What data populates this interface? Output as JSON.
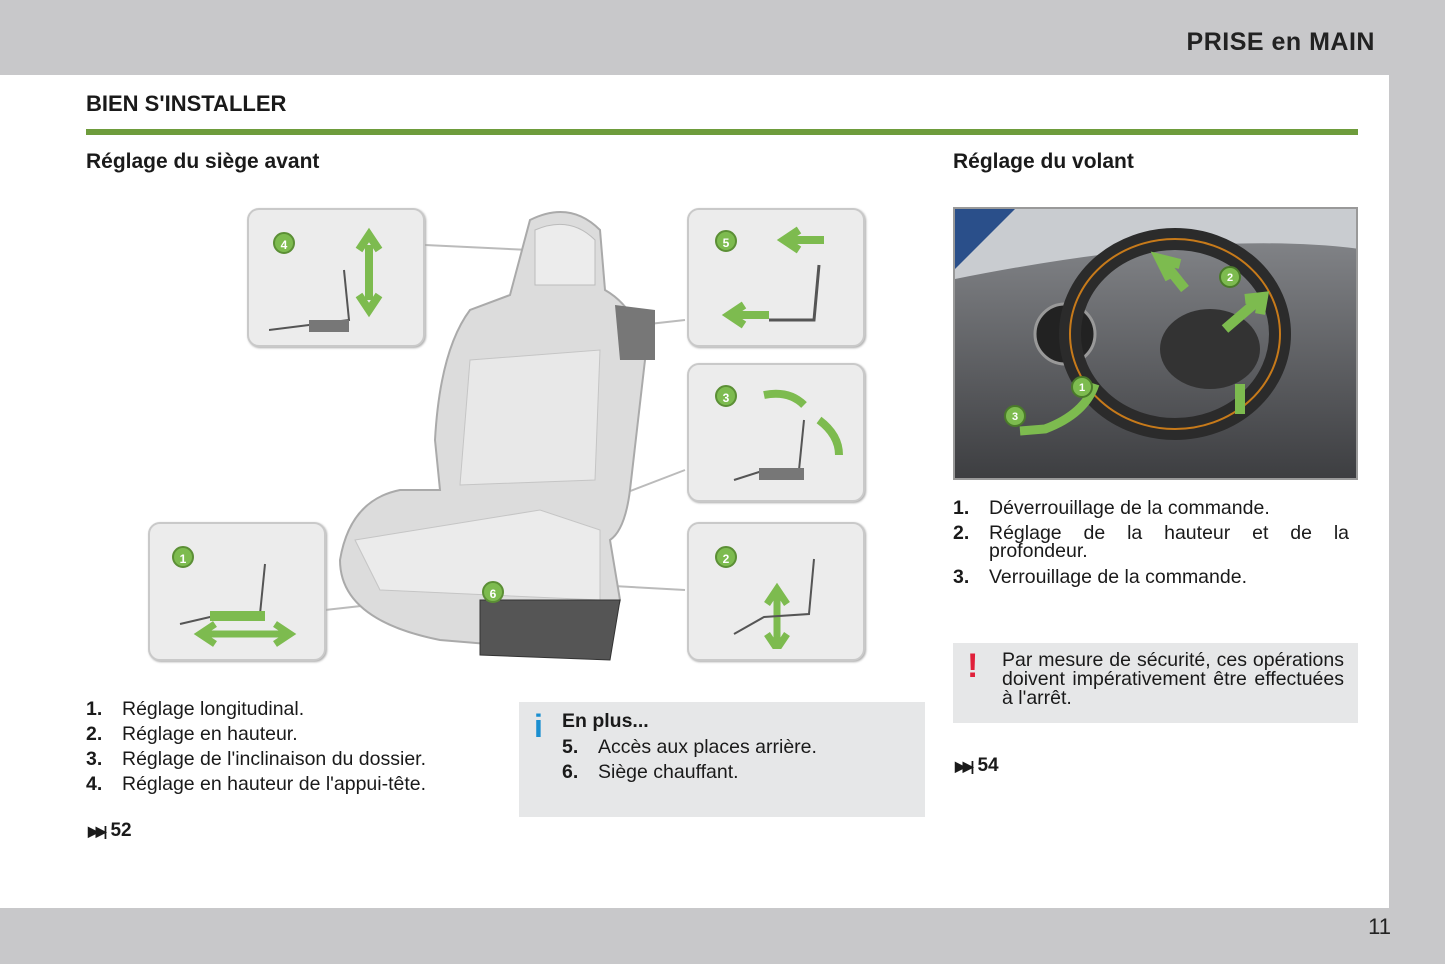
{
  "header": {
    "chapter": "PRISE en MAIN"
  },
  "section": {
    "title": "BIEN S'INSTALLER"
  },
  "seat": {
    "title": "Réglage du siège avant",
    "callouts": [
      "1",
      "2",
      "3",
      "4",
      "5",
      "6"
    ],
    "items": [
      {
        "num": "1.",
        "text": "Réglage longitudinal."
      },
      {
        "num": "2.",
        "text": "Réglage en hauteur."
      },
      {
        "num": "3.",
        "text": "Réglage de l'inclinaison du dossier."
      },
      {
        "num": "4.",
        "text": "Réglage en hauteur de l'appui-tête."
      }
    ],
    "ref": "52",
    "info": {
      "title": "En plus...",
      "items": [
        {
          "num": "5.",
          "text": "Accès aux places arrière."
        },
        {
          "num": "6.",
          "text": "Siège chauffant."
        }
      ]
    }
  },
  "wheel": {
    "title": "Réglage du volant",
    "callouts": [
      "1",
      "2",
      "3"
    ],
    "items": [
      {
        "num": "1.",
        "text": "Déverrouillage de la commande."
      },
      {
        "num": "2.",
        "text": "Réglage de la hauteur et de la profondeur."
      },
      {
        "num": "3.",
        "text": "Verrouillage de la commande."
      }
    ],
    "warning": "Par mesure de sécurité, ces opérations doivent impérativement être effectuées à l'arrêt.",
    "ref": "54"
  },
  "footer": {
    "page": "11"
  },
  "colors": {
    "accent": "#6e9c3c",
    "badge": "#7dbb4f",
    "info": "#1a8fd0",
    "warning": "#e0203a",
    "note_bg": "#e6e7e8"
  }
}
